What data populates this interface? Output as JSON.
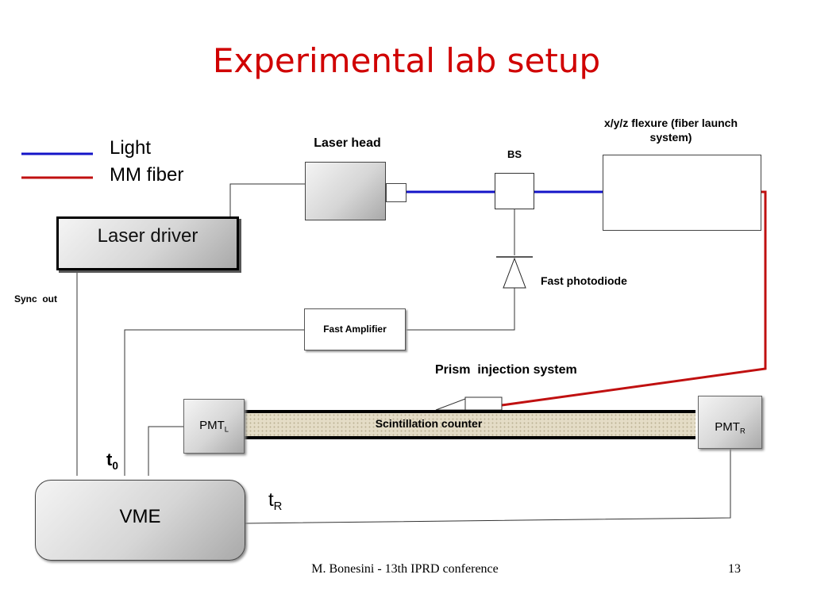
{
  "slide": {
    "title": "Experimental lab setup",
    "footer": "M. Bonesini - 13th IPRD conference",
    "page_number": "13"
  },
  "legend": {
    "light": {
      "label": "Light",
      "color": "#1414c8"
    },
    "mm_fiber": {
      "label": "MM fiber",
      "color": "#c01010"
    }
  },
  "components": {
    "laser_driver": "Laser driver",
    "laser_head": "Laser head",
    "bs": "BS",
    "flexure": "x/y/z flexure (fiber launch system)",
    "fast_photodiode": "Fast photodiode",
    "fast_amplifier": "Fast Amplifier",
    "prism_injection": "Prism  injection system",
    "scintillation_counter": "Scintillation counter",
    "pmt_l": {
      "main": "PMT",
      "sub": "L"
    },
    "pmt_r": {
      "main": "PMT",
      "sub": "R"
    },
    "vme": "VME"
  },
  "signals": {
    "sync_out": "Sync  out",
    "t0": {
      "main": "t",
      "sub": "0"
    },
    "tR": {
      "main": "t",
      "sub": "R"
    }
  }
}
